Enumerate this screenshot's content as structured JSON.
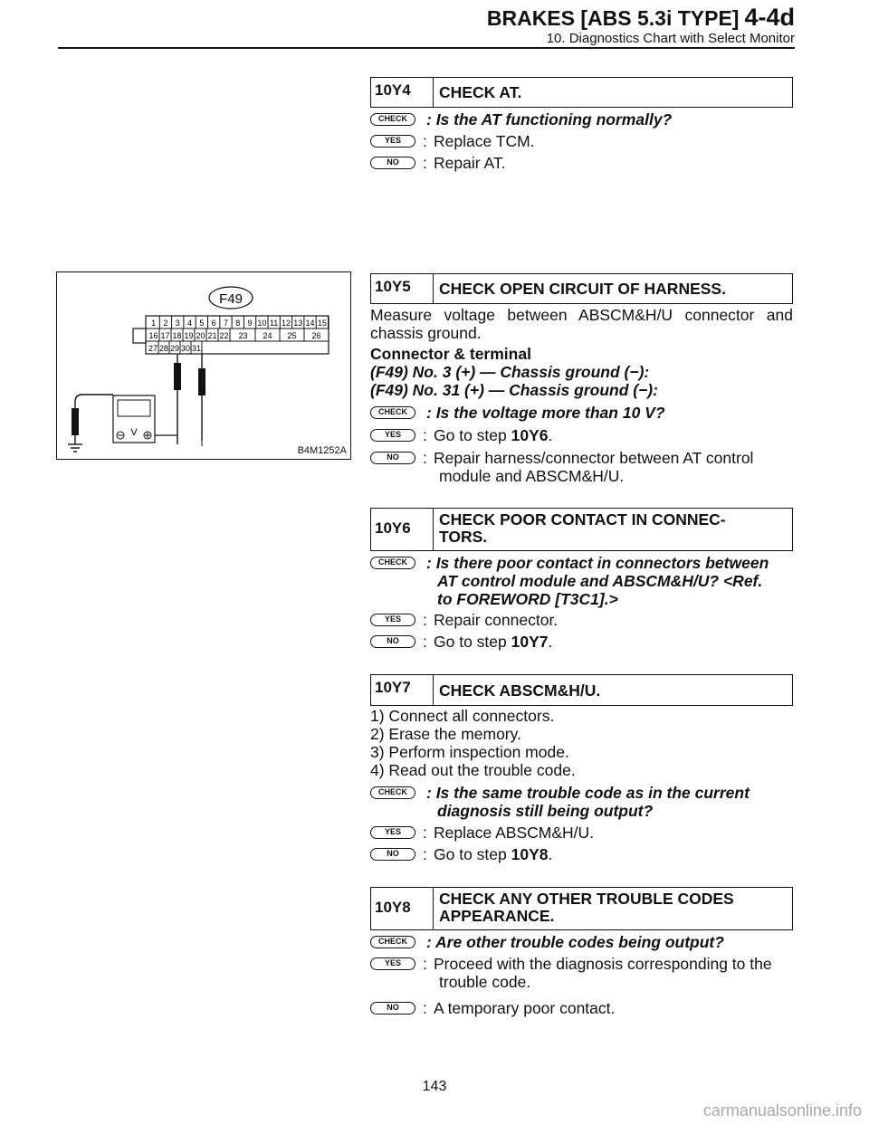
{
  "header": {
    "section": "4-4d",
    "title": "BRAKES [ABS 5.3i TYPE]",
    "subtitle": "10. Diagnostics Chart with Select Monitor"
  },
  "badges": {
    "check": "CHECK",
    "yes": "YES",
    "no": "NO"
  },
  "steps": [
    {
      "number": "10Y4",
      "title": "CHECK AT.",
      "check": ": Is the AT functioning normally?",
      "yes": "Replace TCM.",
      "no": "Repair AT."
    },
    {
      "number": "10Y5",
      "title": "CHECK OPEN CIRCUIT OF HARNESS.",
      "body": "Measure voltage between ABSCM&H/U connector and chassis ground.",
      "connector_heading": "Connector & terminal",
      "connector_lines": [
        "(F49) No. 3 (+) — Chassis ground (−):",
        "(F49) No. 31 (+) — Chassis ground (−):"
      ],
      "check": ": Is the voltage more than 10 V?",
      "yes_prefix": "Go to step ",
      "yes_ref": "10Y6",
      "no": "Repair harness/connector between AT control",
      "no_cont": "module and ABSCM&H/U."
    },
    {
      "number": "10Y6",
      "title_line1": "CHECK POOR CONTACT IN CONNEC-",
      "title_line2": "TORS.",
      "check_line1": ": Is there poor contact in connectors between",
      "check_line2": "AT control module and ABSCM&H/U? <Ref.",
      "check_line3": "to FOREWORD [T3C1].>",
      "yes": "Repair connector.",
      "no_prefix": "Go to step ",
      "no_ref": "10Y7"
    },
    {
      "number": "10Y7",
      "title": "CHECK ABSCM&H/U.",
      "list": [
        "1) Connect all connectors.",
        "2) Erase the memory.",
        "3) Perform inspection mode.",
        "4) Read out the trouble code."
      ],
      "check_line1": ": Is the same trouble code as in the current",
      "check_line2": "diagnosis still being output?",
      "yes": "Replace ABSCM&H/U.",
      "no_prefix": "Go to step ",
      "no_ref": "10Y8"
    },
    {
      "number": "10Y8",
      "title_line1": "CHECK ANY OTHER TROUBLE CODES",
      "title_line2": "APPEARANCE.",
      "check": ": Are other trouble codes being output?",
      "yes": "Proceed with the diagnosis corresponding to the",
      "yes_cont": "trouble code.",
      "no": "A temporary poor contact."
    }
  ],
  "figure": {
    "connector_id": "F49",
    "code": "B4M1252A",
    "row1": [
      "1",
      "2",
      "3",
      "4",
      "5",
      "6",
      "7",
      "8",
      "9",
      "10",
      "11",
      "12",
      "13",
      "14",
      "15"
    ],
    "row2": [
      "16",
      "17",
      "18",
      "19",
      "20",
      "21",
      "22"
    ],
    "row2b": [
      "23",
      "24",
      "25",
      "26"
    ],
    "row3": [
      "27",
      "28",
      "29",
      "30",
      "31"
    ]
  },
  "page_number": "143",
  "watermark": "carmanualsonline.info"
}
